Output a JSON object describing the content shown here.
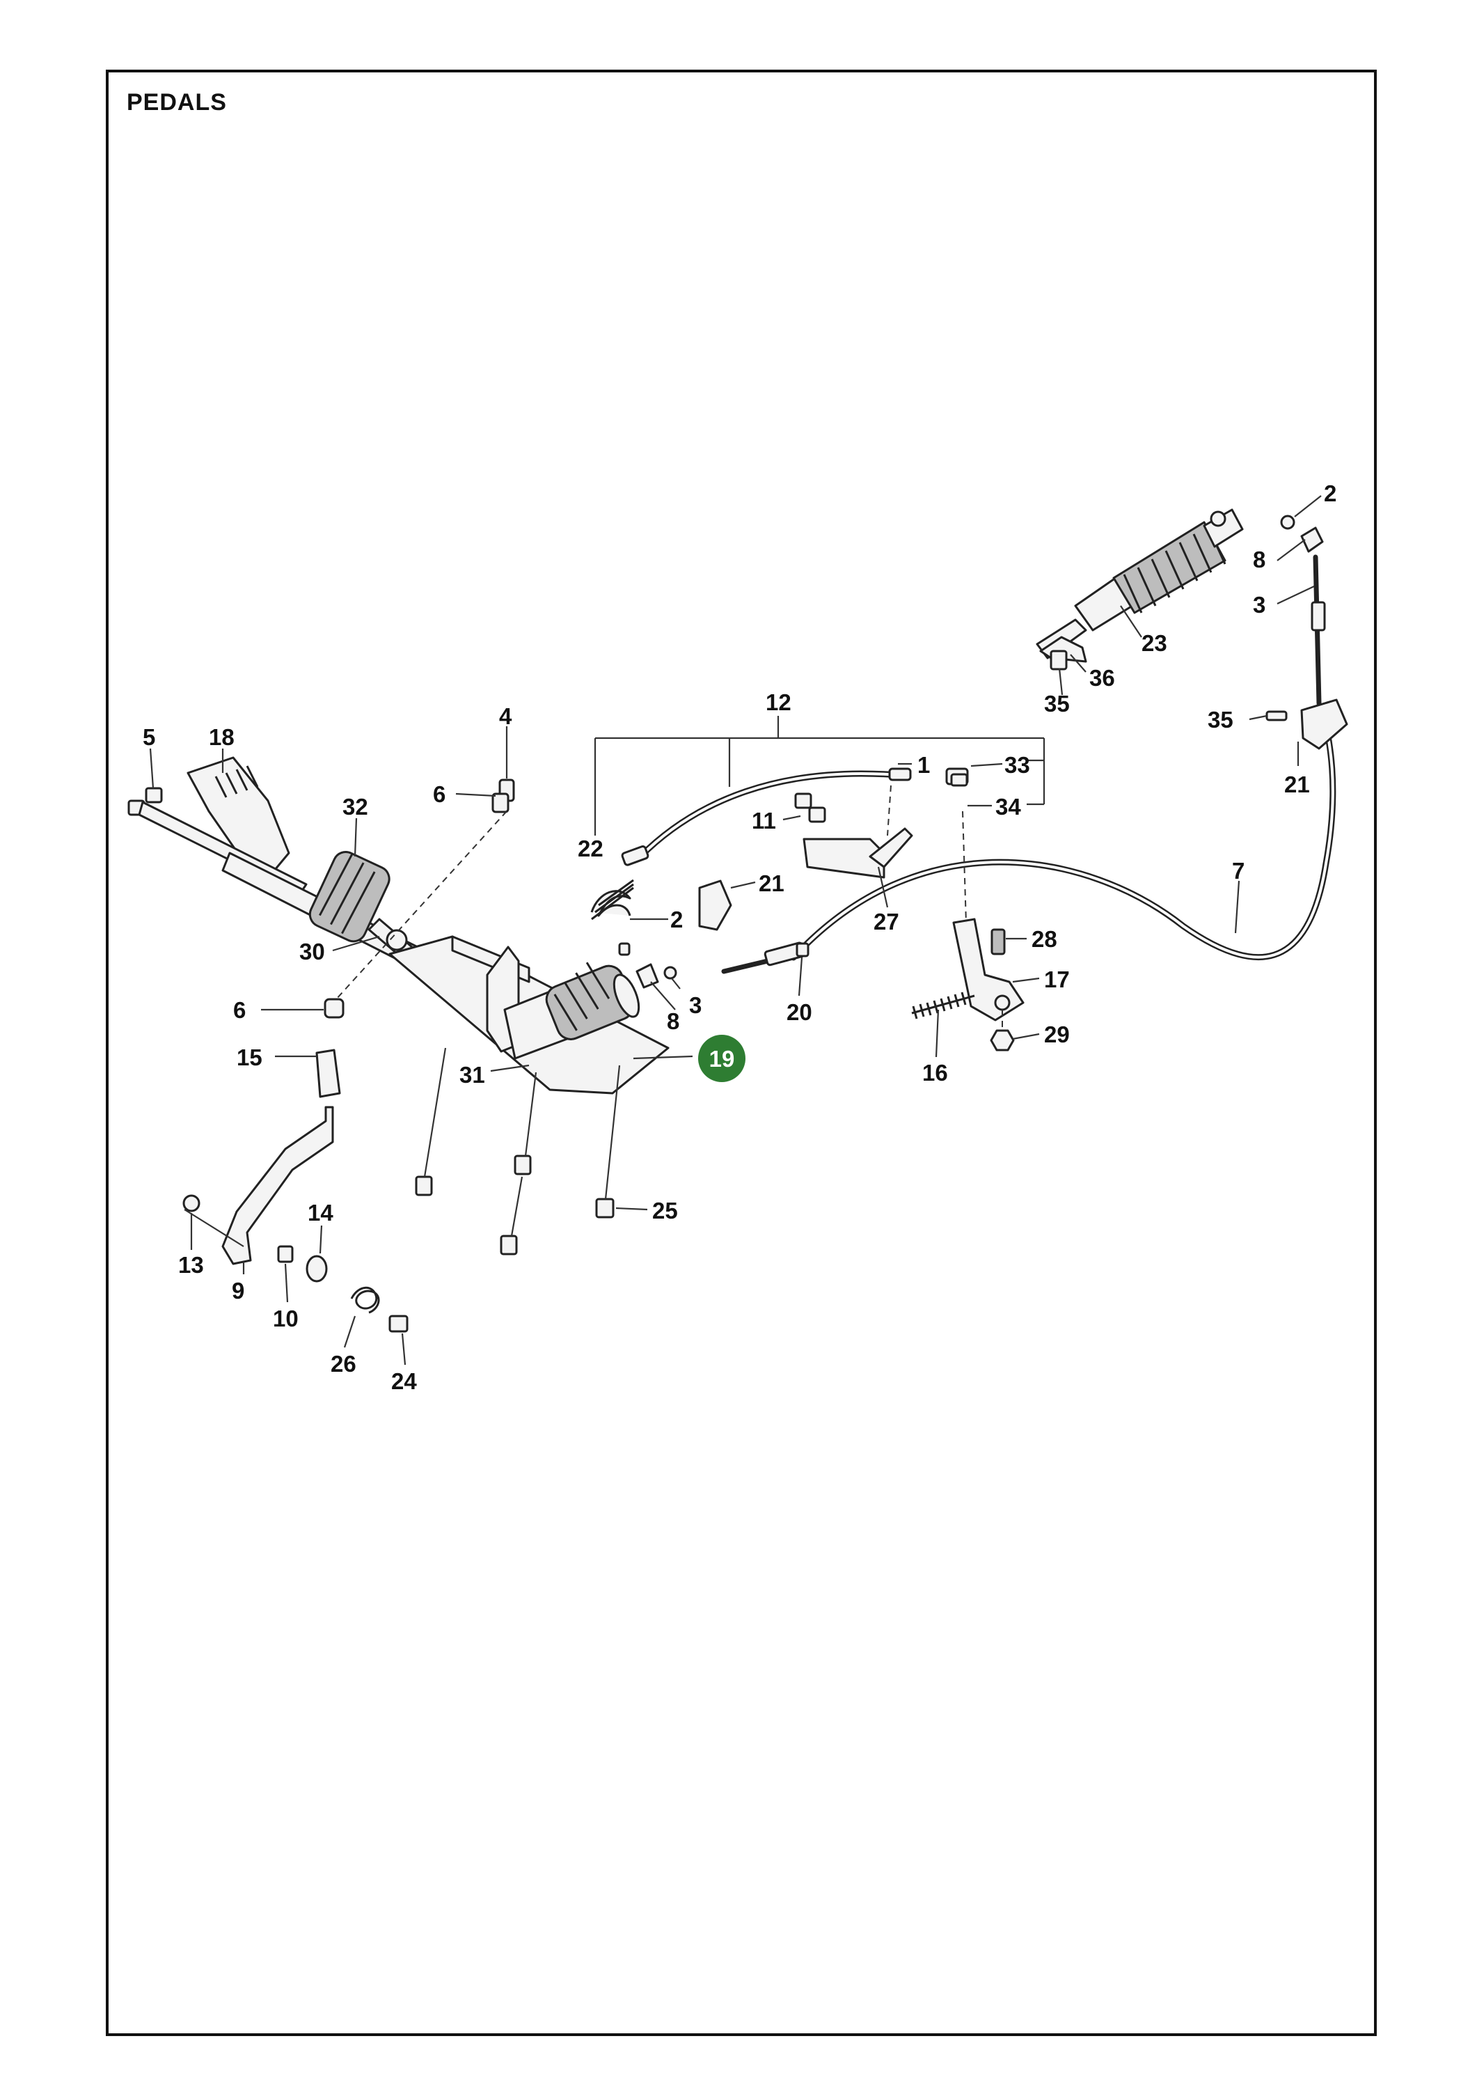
{
  "title": "PEDALS",
  "highlight": {
    "label": "19",
    "color": "#2e7d32"
  },
  "labels": [
    {
      "id": "l2a",
      "text": "2"
    },
    {
      "id": "l8a",
      "text": "8"
    },
    {
      "id": "l3a",
      "text": "3"
    },
    {
      "id": "l23",
      "text": "23"
    },
    {
      "id": "l36",
      "text": "36"
    },
    {
      "id": "l35a",
      "text": "35"
    },
    {
      "id": "l35b",
      "text": "35"
    },
    {
      "id": "l21a",
      "text": "21"
    },
    {
      "id": "l12",
      "text": "12"
    },
    {
      "id": "l4",
      "text": "4"
    },
    {
      "id": "l5",
      "text": "5"
    },
    {
      "id": "l18",
      "text": "18"
    },
    {
      "id": "l32",
      "text": "32"
    },
    {
      "id": "l6a",
      "text": "6"
    },
    {
      "id": "l1",
      "text": "1"
    },
    {
      "id": "l33",
      "text": "33"
    },
    {
      "id": "l34",
      "text": "34"
    },
    {
      "id": "l11",
      "text": "11"
    },
    {
      "id": "l22",
      "text": "22"
    },
    {
      "id": "l21b",
      "text": "21"
    },
    {
      "id": "l27",
      "text": "27"
    },
    {
      "id": "l7",
      "text": "7"
    },
    {
      "id": "l30",
      "text": "30"
    },
    {
      "id": "l2b",
      "text": "2"
    },
    {
      "id": "l28",
      "text": "28"
    },
    {
      "id": "l8b",
      "text": "8"
    },
    {
      "id": "l3b",
      "text": "3"
    },
    {
      "id": "l17",
      "text": "17"
    },
    {
      "id": "l20",
      "text": "20"
    },
    {
      "id": "l6b",
      "text": "6"
    },
    {
      "id": "l15",
      "text": "15"
    },
    {
      "id": "l31",
      "text": "31"
    },
    {
      "id": "l29",
      "text": "29"
    },
    {
      "id": "l16",
      "text": "16"
    },
    {
      "id": "l14",
      "text": "14"
    },
    {
      "id": "l25",
      "text": "25"
    },
    {
      "id": "l13",
      "text": "13"
    },
    {
      "id": "l9",
      "text": "9"
    },
    {
      "id": "l10",
      "text": "10"
    },
    {
      "id": "l26",
      "text": "26"
    },
    {
      "id": "l24",
      "text": "24"
    }
  ]
}
